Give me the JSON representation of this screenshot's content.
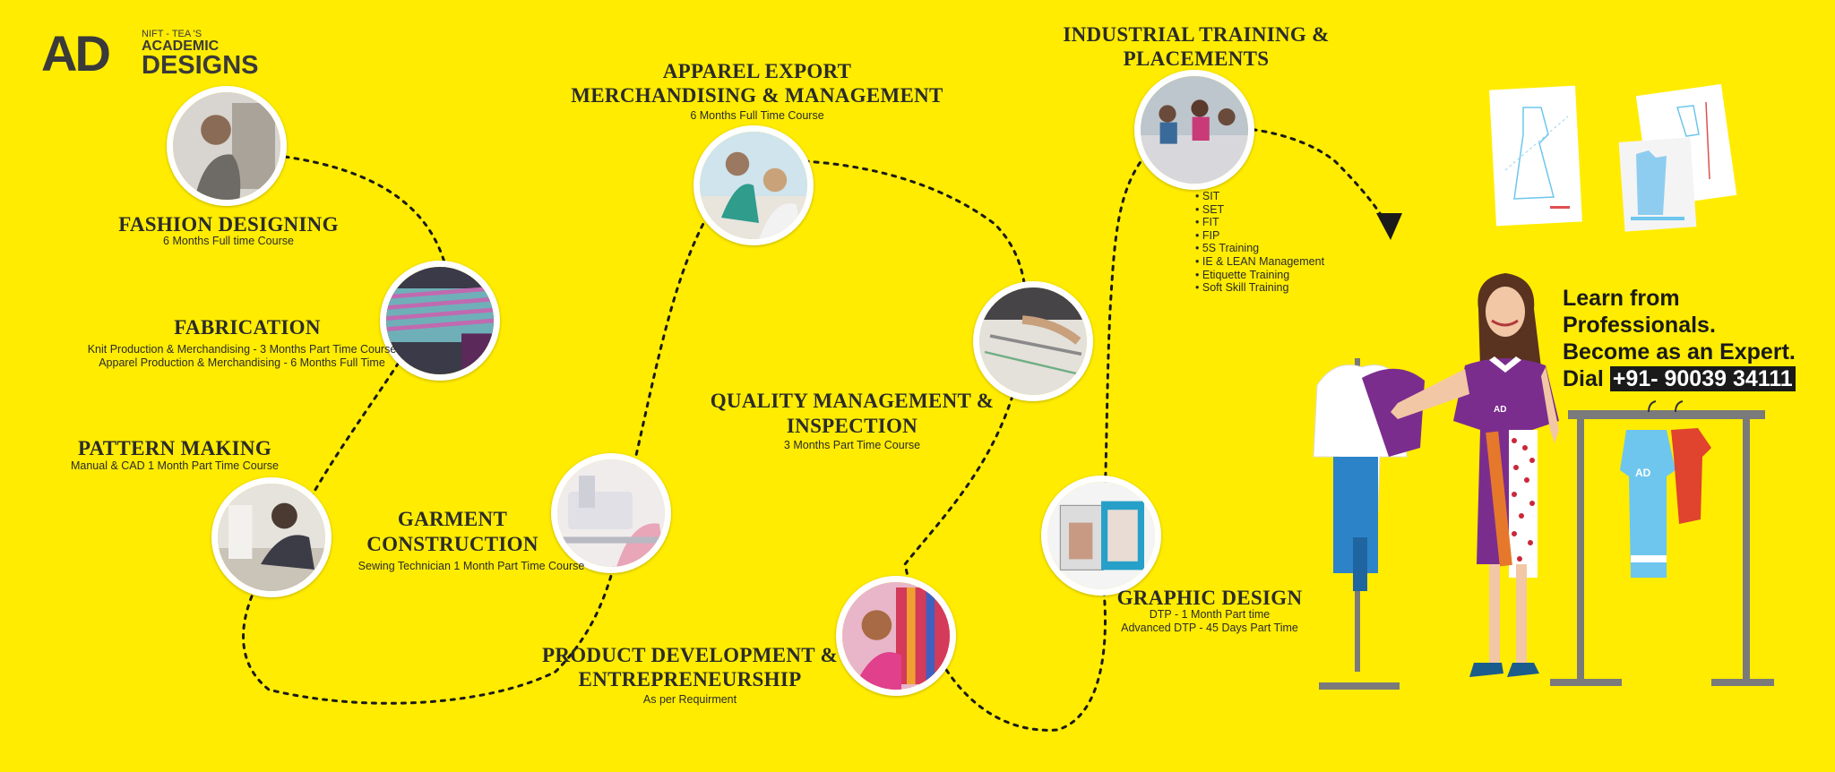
{
  "brand": {
    "logo_mark": "AD",
    "line1": "NIFT - TEA 'S",
    "line2": "ACADEMIC",
    "line3": "DESIGNS"
  },
  "courses": {
    "fashion_designing": {
      "title": "FASHION DESIGNING",
      "sub": "6 Months Full time Course"
    },
    "fabrication": {
      "title": "FABRICATION",
      "sub1": "Knit Production & Merchandising - 3 Months Part Time Course",
      "sub2": "Apparel Production & Merchandising  - 6 Months Full Time"
    },
    "pattern_making": {
      "title": "PATTERN MAKING",
      "sub": "Manual & CAD 1 Month Part Time Course"
    },
    "garment_construction": {
      "title1": "GARMENT",
      "title2": "CONSTRUCTION",
      "sub": "Sewing Technician 1 Month Part Time Course"
    },
    "apparel_export": {
      "title1": "APPAREL EXPORT",
      "title2": "MERCHANDISING & MANAGEMENT",
      "sub": "6 Months Full Time Course"
    },
    "quality_management": {
      "title1": "QUALITY MANAGEMENT &",
      "title2": "INSPECTION",
      "sub": "3 Months Part Time Course"
    },
    "product_development": {
      "title1": "PRODUCT DEVELOPMENT &",
      "title2": "ENTREPRENEURSHIP",
      "sub": "As per Requirment"
    },
    "industrial_training": {
      "title1": "INDUSTRIAL TRAINING &",
      "title2": "PLACEMENTS",
      "bullets": [
        "SIT",
        "SET",
        "FIT",
        "FIP",
        "5S Training",
        "IE & LEAN Management",
        "Etiquette Training",
        "Soft Skill Training"
      ]
    },
    "graphic_design": {
      "title": "GRAPHIC DESIGN",
      "sub1": "DTP - 1 Month Part time",
      "sub2": "Advanced DTP - 45 Days Part Time"
    }
  },
  "promo": {
    "line1": "Learn from",
    "line2": "Professionals.",
    "line3": "Become as an Expert.",
    "dial_label": "Dial",
    "phone": "+91- 90039 34111"
  },
  "illustration": {
    "shirt_logo": "AD",
    "dress_logo": "AD"
  },
  "colors": {
    "background": "#FFEC00",
    "text": "#2b2b2b",
    "path": "#1a1a1a",
    "purple": "#7B2D8E",
    "sky_blue": "#6EC6EE"
  }
}
